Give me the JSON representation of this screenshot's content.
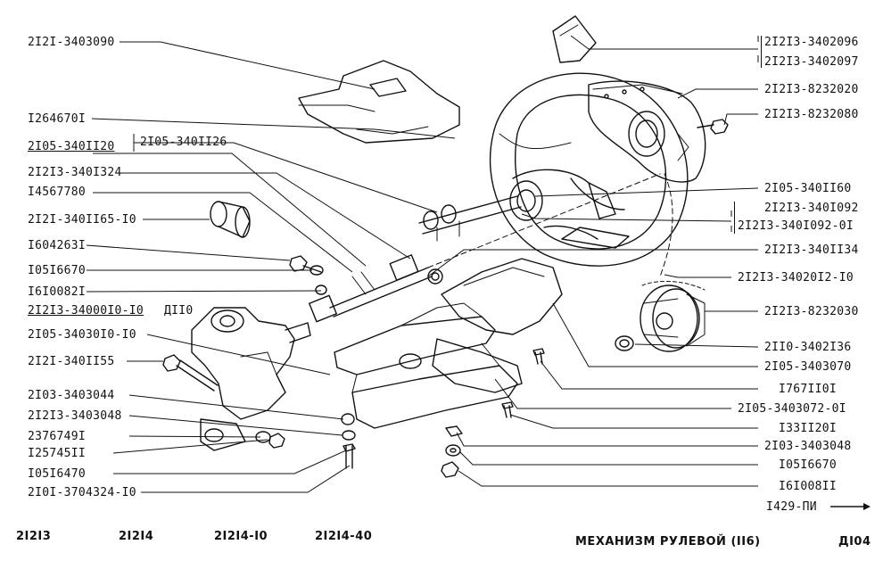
{
  "left_labels": [
    {
      "id": "l1",
      "text": "2I2I-3403090"
    },
    {
      "id": "l2",
      "text": "I264670I"
    },
    {
      "id": "l3a",
      "text": "2I05-340II20"
    },
    {
      "id": "l3b",
      "text": "2I05-340II26"
    },
    {
      "id": "l4",
      "text": "2I2I3-340I324"
    },
    {
      "id": "l5",
      "text": "I4567780"
    },
    {
      "id": "l6",
      "text": "2I2I-340II65-I0"
    },
    {
      "id": "l7",
      "text": "I604263I"
    },
    {
      "id": "l8",
      "text": "I05I6670"
    },
    {
      "id": "l9",
      "text": "I6I0082I"
    },
    {
      "id": "l10a",
      "text": "2I2I3-34000I0-I0"
    },
    {
      "id": "l10b",
      "text": "ДII0"
    },
    {
      "id": "l11",
      "text": "2I05-34030I0-I0"
    },
    {
      "id": "l12",
      "text": "2I2I-340II55"
    },
    {
      "id": "l13",
      "text": "2I03-3403044"
    },
    {
      "id": "l14",
      "text": "2I2I3-3403048"
    },
    {
      "id": "l15",
      "text": "2376749I"
    },
    {
      "id": "l16",
      "text": "I25745II"
    },
    {
      "id": "l17",
      "text": "I05I6470"
    },
    {
      "id": "l18",
      "text": "2I0I-3704324-I0"
    }
  ],
  "right_labels": [
    {
      "id": "r1",
      "text": "2I2I3-3402096"
    },
    {
      "id": "r2",
      "text": "2I2I3-3402097"
    },
    {
      "id": "r3",
      "text": "2I2I3-8232020"
    },
    {
      "id": "r4",
      "text": "2I2I3-8232080"
    },
    {
      "id": "r5",
      "text": "2I05-340II60"
    },
    {
      "id": "r6",
      "text": "2I2I3-340I092"
    },
    {
      "id": "r7",
      "text": "2I2I3-340I092-0I"
    },
    {
      "id": "r8",
      "text": "2I2I3-340II34"
    },
    {
      "id": "r9",
      "text": "2I2I3-34020I2-I0"
    },
    {
      "id": "r10",
      "text": "2I2I3-8232030"
    },
    {
      "id": "r11",
      "text": "2II0-3402I36"
    },
    {
      "id": "r12",
      "text": "2I05-3403070"
    },
    {
      "id": "r13",
      "text": "I767II0I"
    },
    {
      "id": "r14",
      "text": "2I05-3403072-0I"
    },
    {
      "id": "r15",
      "text": "I33II20I"
    },
    {
      "id": "r16",
      "text": "2I03-3403048"
    },
    {
      "id": "r17",
      "text": "I05I6670"
    },
    {
      "id": "r18",
      "text": "I6I008II"
    }
  ],
  "next_ref": "I429-ПИ",
  "footer": {
    "models": [
      "2I2I3",
      "2I2I4",
      "2I2I4-I0",
      "2I2I4-40"
    ],
    "title": "МЕХАНИЗМ РУЛЕВОЙ (II6)",
    "page": "ДI04"
  }
}
